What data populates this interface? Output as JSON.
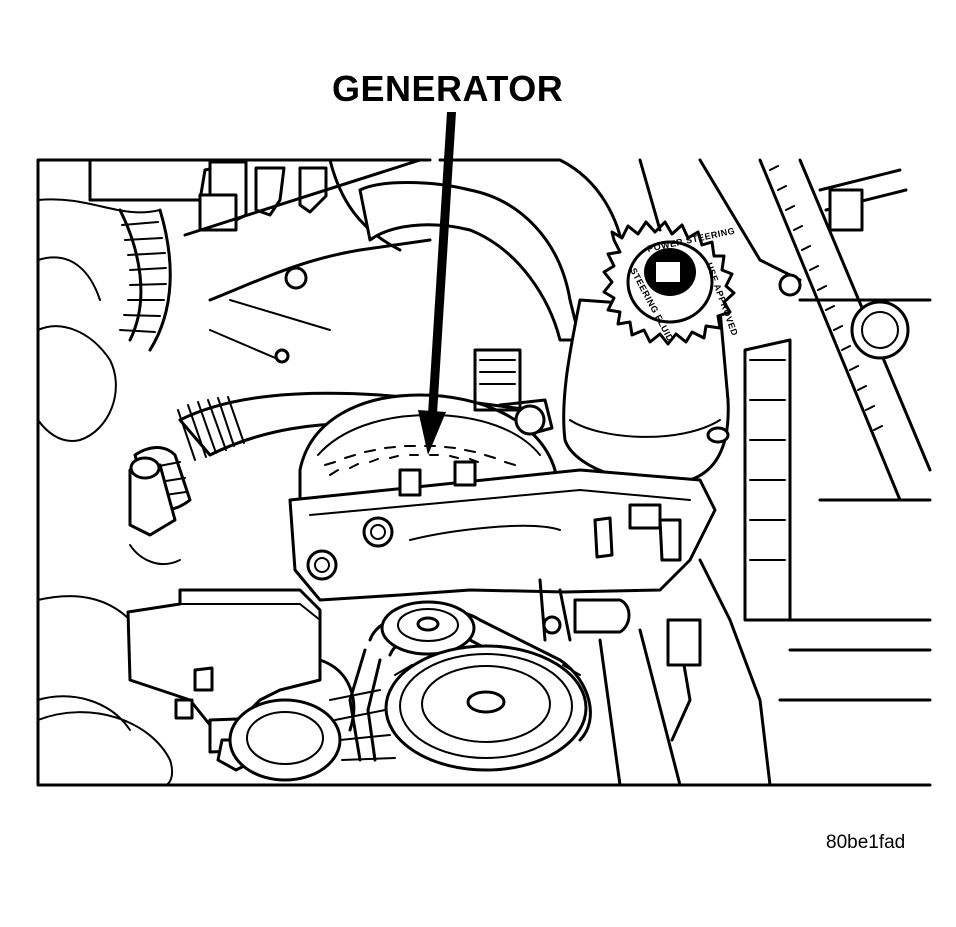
{
  "figure": {
    "callout_label": "GENERATOR",
    "figure_code": "80be1fad",
    "cap_text_top": "POWER STEERING",
    "cap_text_right": "USE APPROVED",
    "cap_text_left": "STEERING FLUID"
  },
  "parts_shown": [
    "generator",
    "power-steering-reservoir",
    "reservoir-cap",
    "mounting-bracket",
    "idler-pulley",
    "drive-pulley",
    "accessory-drive-belt",
    "radiator-hose",
    "engine-mount",
    "radiator"
  ],
  "colors": {
    "ink": "#000000",
    "paper": "#ffffff"
  }
}
